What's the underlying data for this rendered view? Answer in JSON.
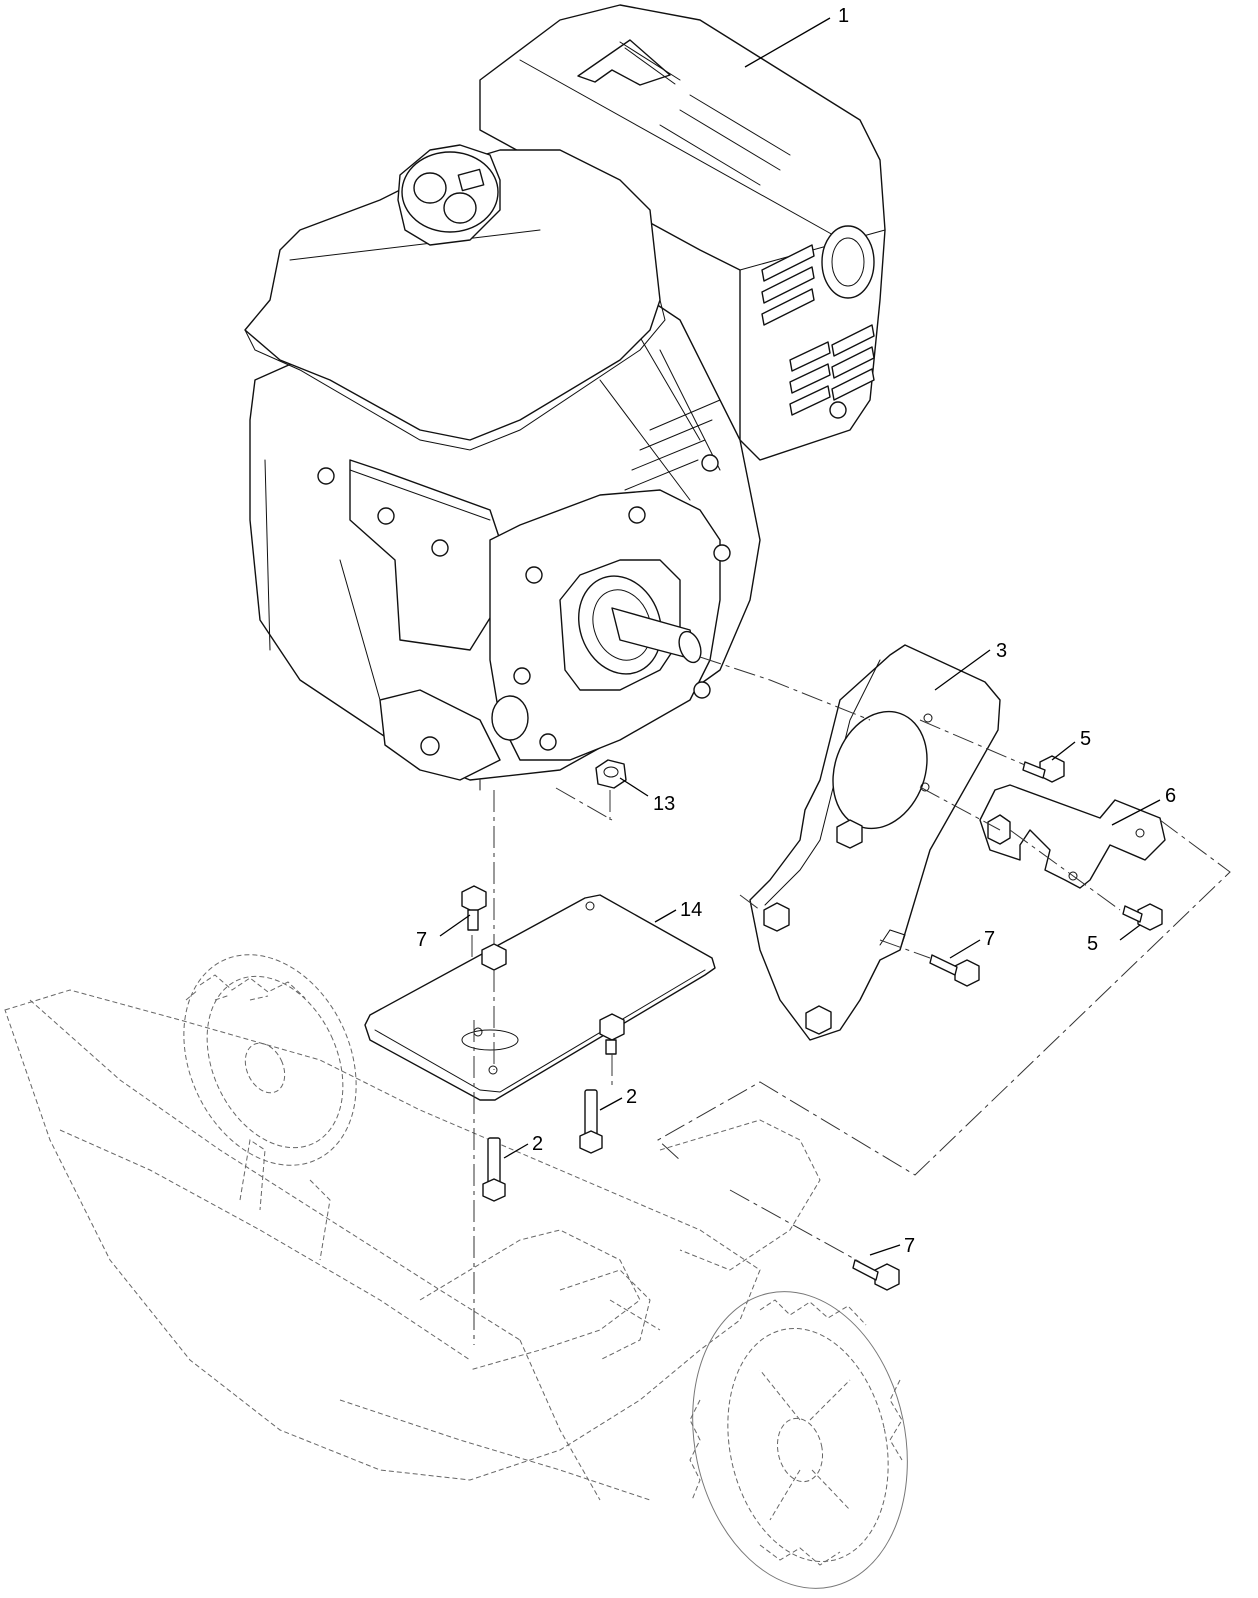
{
  "callouts": [
    {
      "id": "c1",
      "label": "1"
    },
    {
      "id": "c2a",
      "label": "2"
    },
    {
      "id": "c2b",
      "label": "2"
    },
    {
      "id": "c3",
      "label": "3"
    },
    {
      "id": "c5a",
      "label": "5"
    },
    {
      "id": "c5b",
      "label": "5"
    },
    {
      "id": "c6",
      "label": "6"
    },
    {
      "id": "c7a",
      "label": "7"
    },
    {
      "id": "c7b",
      "label": "7"
    },
    {
      "id": "c7c",
      "label": "7"
    },
    {
      "id": "c13",
      "label": "13"
    },
    {
      "id": "c14",
      "label": "14"
    }
  ]
}
